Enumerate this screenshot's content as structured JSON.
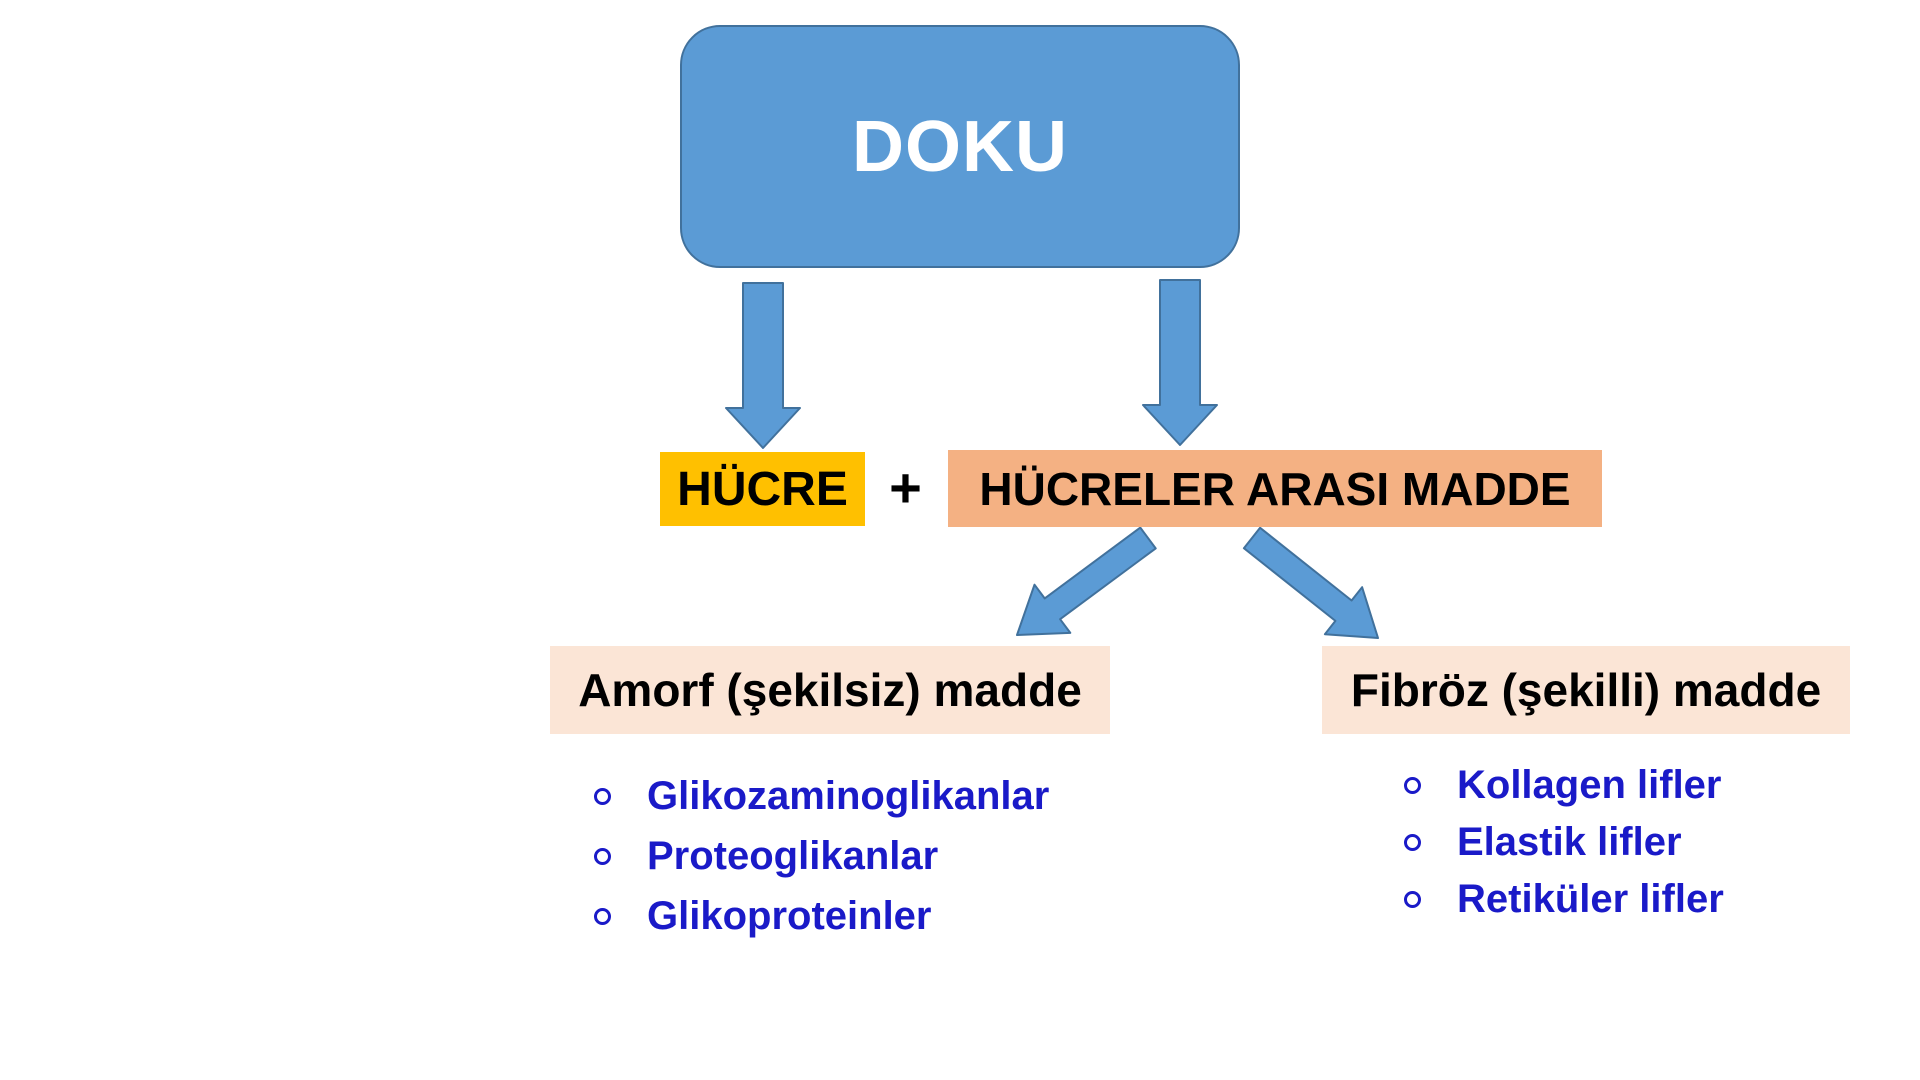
{
  "diagram": {
    "root_label": "DOKU",
    "cell_label": "HÜCRE",
    "plus_sign": "+",
    "intercellular_label": "HÜCRELER ARASI MADDE",
    "amorf": {
      "title": "Amorf (şekilsiz) madde",
      "items": [
        "Glikozaminoglikanlar",
        "Proteoglikanlar",
        "Glikoproteinler"
      ]
    },
    "fibroz": {
      "title": "Fibröz (şekilli) madde",
      "items": [
        "Kollagen lifler",
        "Elastik lifler",
        "Retiküler lifler"
      ]
    },
    "colors": {
      "node_blue": "#5B9BD5",
      "node_blue_border": "#41719C",
      "cell_yellow": "#FFC000",
      "intercellular_salmon": "#F4B183",
      "branch_peach": "#FBE5D6",
      "list_text_blue": "#1A1AC8",
      "label_text_black": "#000000",
      "root_text_white": "#FFFFFF"
    }
  }
}
